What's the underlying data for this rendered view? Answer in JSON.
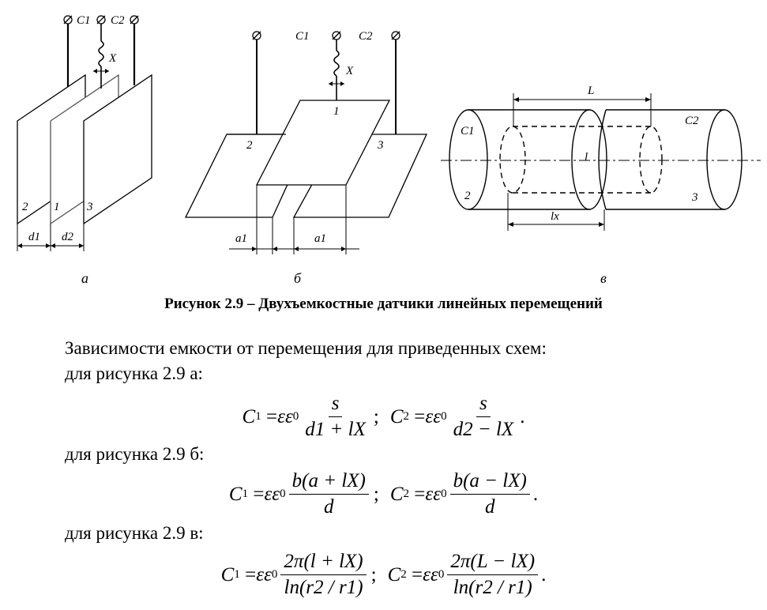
{
  "figure_a": {
    "c1": "C1",
    "c2": "C2",
    "x": "X",
    "plate_2": "2",
    "plate_1": "1",
    "plate_3": "3",
    "d1": "d1",
    "d2": "d2",
    "panel": "а"
  },
  "figure_b": {
    "c1": "C1",
    "c2": "C2",
    "x": "X",
    "plate_1": "1",
    "plate_2": "2",
    "plate_3": "3",
    "a1_left": "a1",
    "a1_right": "a1",
    "panel": "б"
  },
  "figure_c": {
    "c1": "C1",
    "c2": "C2",
    "L": "L",
    "l": "l",
    "lx": "lx",
    "num_2": "2",
    "num_3": "3",
    "panel": "в"
  },
  "caption": "Рисунок 2.9 – Двухъемкостные датчики линейных перемещений",
  "intro": "Зависимости емкости от перемещения для приведенных схем:",
  "label_a": "для рисунка 2.9 а:",
  "label_b": "для рисунка 2.9 б:",
  "label_c": "для рисунка 2.9 в:",
  "formulas": {
    "a": {
      "c1_num": "s",
      "c1_den": "d1 + lX",
      "c2_num": "s",
      "c2_den": "d2 − lX"
    },
    "b": {
      "c1_num": "b(a + lX)",
      "c1_den": "d",
      "c2_num": "b(a − lX)",
      "c2_den": "d"
    },
    "c": {
      "c1_num": "2π(l + lX)",
      "c1_den": "ln(r2 / r1)",
      "c2_num": "2π(L − lX)",
      "c2_den": "ln(r2 / r1)"
    }
  }
}
